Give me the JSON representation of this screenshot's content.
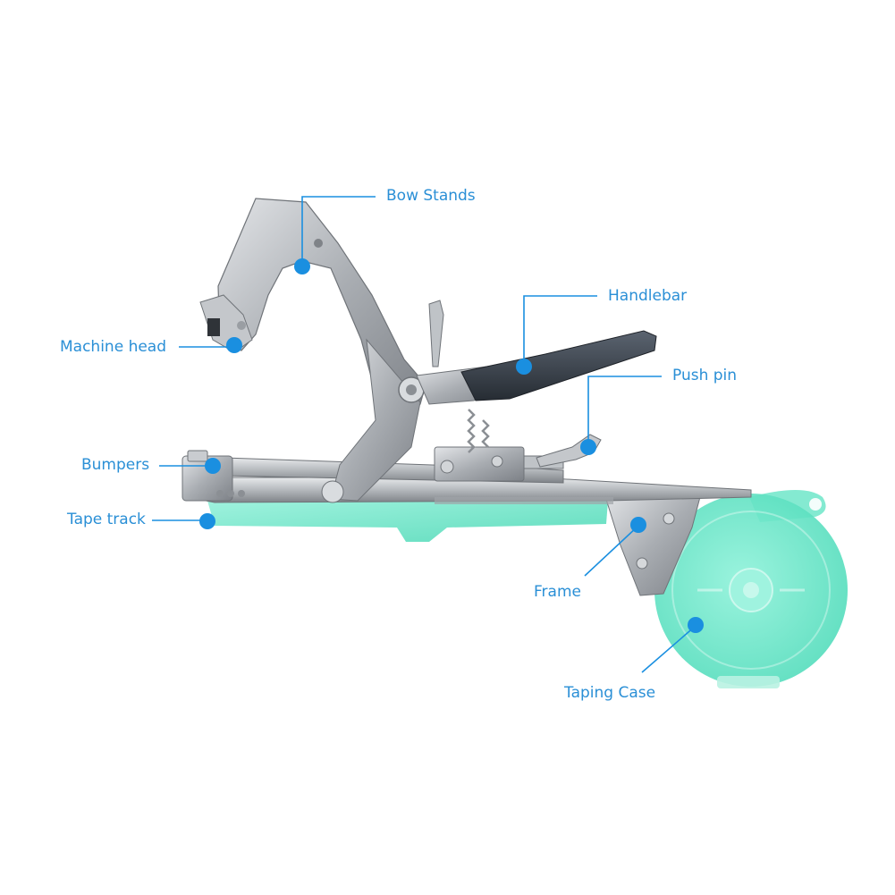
{
  "colors": {
    "accent": "#1a8fe0",
    "label_text": "#2a8fd6",
    "metal": "#b9bdc2",
    "handle_grip": "#3c4450",
    "tape_case": "#5fe3c4"
  },
  "illustration": {
    "subject": "tapetool-illustration"
  },
  "labels": {
    "bow_stands": "Bow Stands",
    "handlebar": "Handlebar",
    "machine_head": "Machine head",
    "push_pin": "Push pin",
    "bumpers": "Bumpers",
    "tape_track": "Tape track",
    "frame": "Frame",
    "taping_case": "Taping Case"
  }
}
